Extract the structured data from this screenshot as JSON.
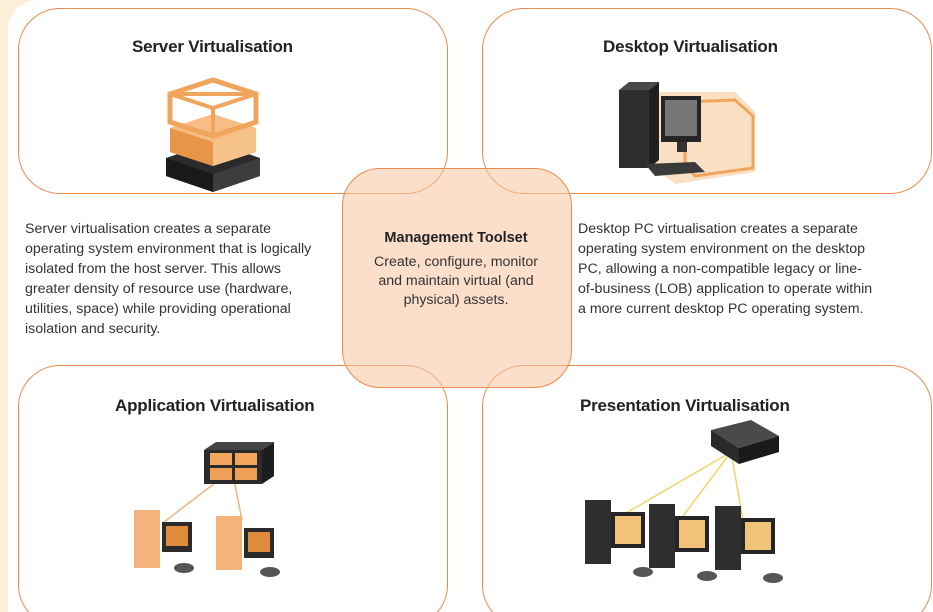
{
  "server": {
    "title": "Server Virtualisation",
    "description": "Server virtualisation creates a separate operating system environment that is logically isolated from the host server. This allows greater density of resource use (hardware, utilities, space) while providing operational isolation and security."
  },
  "desktop": {
    "title": "Desktop Virtualisation",
    "description": "Desktop PC virtualisation creates a separate operating system environment on the desktop PC, allowing a non-compatible legacy or line-of-business (LOB) application to operate within a more current desktop PC operating system."
  },
  "management": {
    "title": "Management Toolset",
    "description": "Create, configure, monitor and maintain virtual (and physical) assets."
  },
  "application": {
    "title": "Application Virtualisation"
  },
  "presentation": {
    "title": "Presentation Virtualisation"
  },
  "colors": {
    "accent": "#ef8a4d",
    "fill": "#f7c4a0",
    "background": "#fdeed7"
  }
}
